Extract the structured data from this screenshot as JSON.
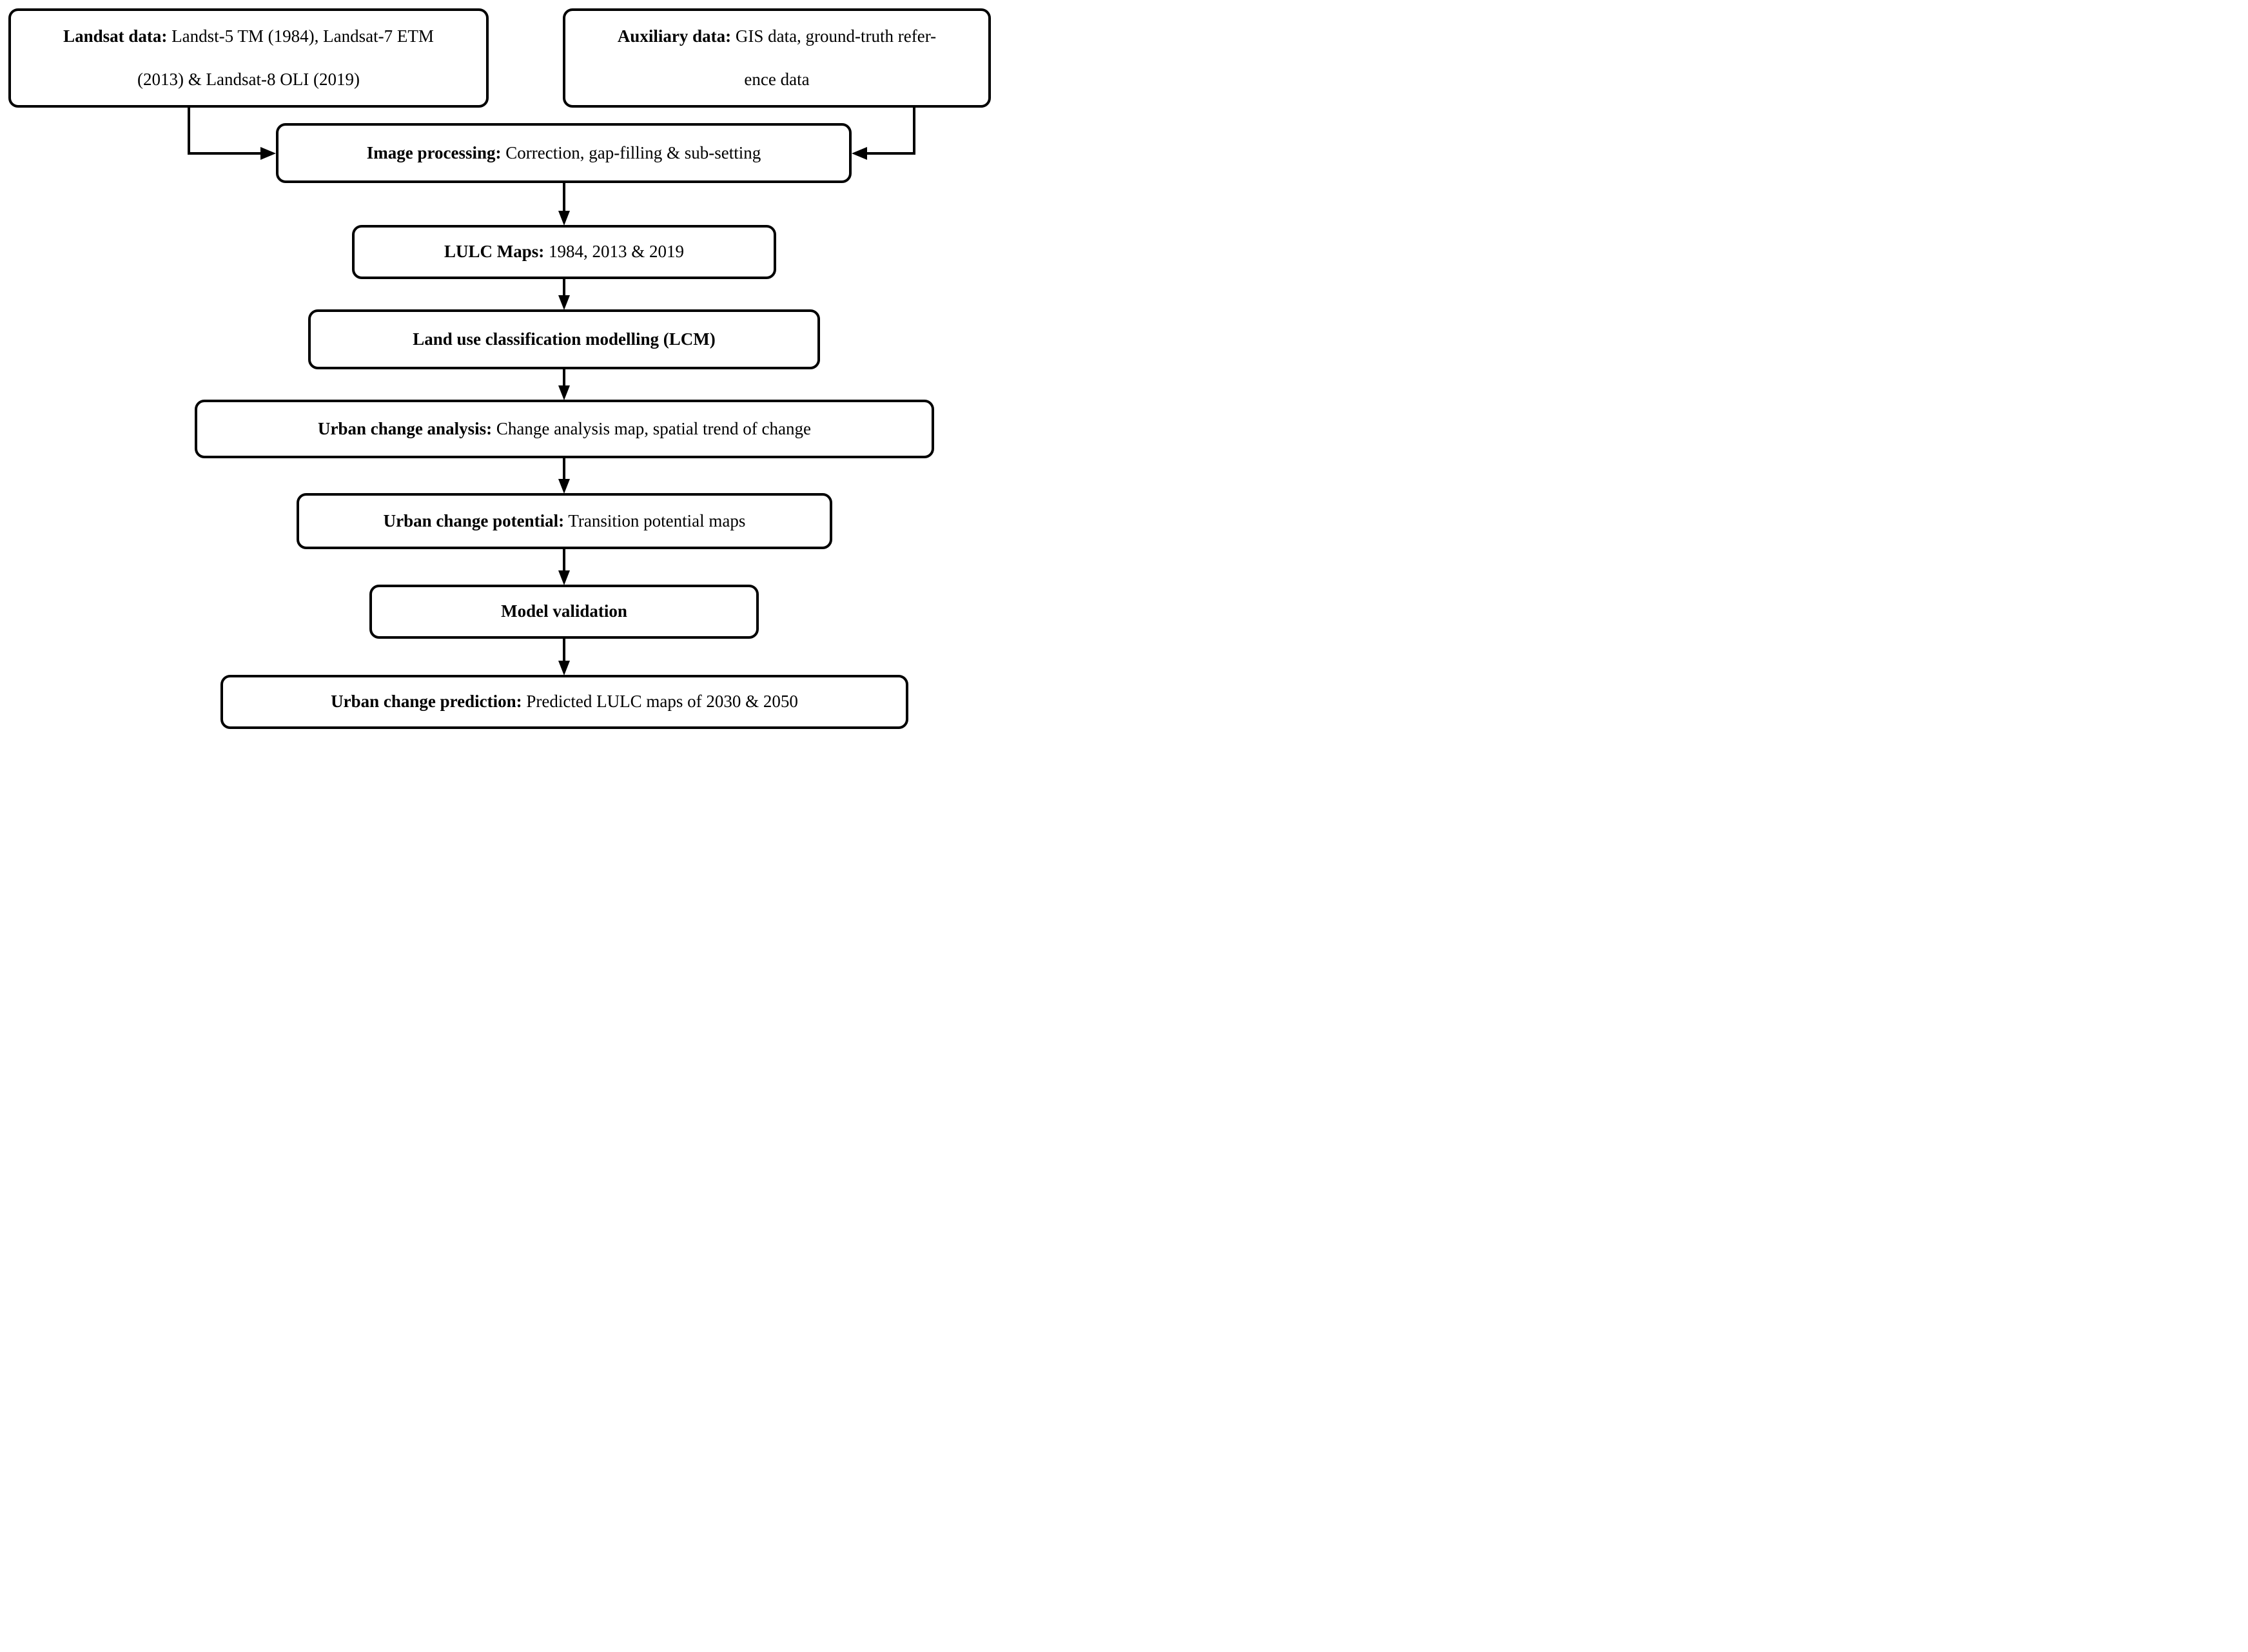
{
  "figure": {
    "type": "flowchart",
    "colors": {
      "ink": "#000000",
      "background": "#ffffff"
    }
  },
  "boxes": {
    "landsat": {
      "label": "Landsat data:",
      "line1_rest": " Landst-5 TM (1984), Landsat-7 ETM",
      "line2": "(2013) & Landsat-8 OLI (2019)"
    },
    "auxiliary": {
      "label": "Auxiliary data:",
      "line1_rest": " GIS data, ground-truth refer-",
      "line2": "ence data"
    },
    "image_processing": {
      "label": "Image processing:",
      "rest": " Correction, gap-filling & sub-setting"
    },
    "lulc_maps": {
      "label": "LULC Maps:",
      "rest": " 1984, 2013 & 2019"
    },
    "lcm": {
      "label": "Land use classification modelling (LCM)"
    },
    "urban_change_analysis": {
      "label": "Urban change analysis:",
      "rest": " Change analysis map, spatial trend of change"
    },
    "urban_change_potential": {
      "label": "Urban change potential:",
      "rest": " Transition potential maps"
    },
    "model_validation": {
      "label": "Model validation"
    },
    "urban_change_prediction": {
      "label": "Urban change prediction:",
      "rest": " Predicted LULC maps of 2030 & 2050"
    }
  }
}
